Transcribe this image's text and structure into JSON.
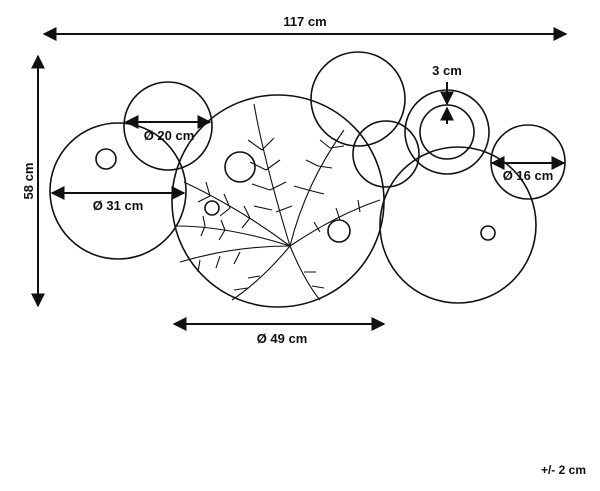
{
  "dimensions": {
    "total_width": "117 cm",
    "total_height": "58 cm",
    "ring_thickness": "3 cm",
    "circle_small_top": "Ø 20 cm",
    "circle_left": "Ø 31 cm",
    "circle_right_small": "Ø 16 cm",
    "circle_center": "Ø 49 cm"
  },
  "tolerance": "+/- 2 cm",
  "colors": {
    "stroke": "#111111",
    "background": "#ffffff"
  }
}
